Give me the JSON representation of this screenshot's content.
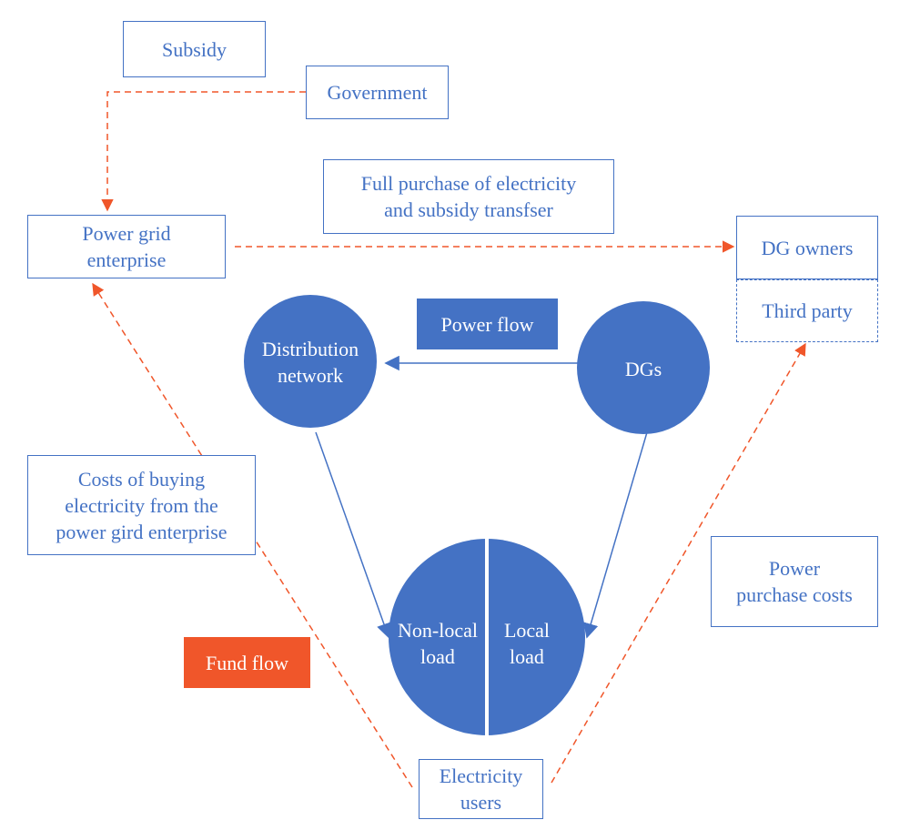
{
  "colors": {
    "blue": "#4472c4",
    "orange": "#f0562a",
    "white": "#ffffff"
  },
  "labels": {
    "subsidy": "Subsidy",
    "government": "Government",
    "full_purchase": "Full purchase of electricity\nand subsidy transfser",
    "power_grid_enterprise": "Power grid\nenterprise",
    "dg_owners": "DG owners",
    "third_party": "Third party",
    "power_flow": "Power flow",
    "distribution_network": "Distribution\nnetwork",
    "dgs": "DGs",
    "costs_buying": "Costs of buying\nelectricity from the\npower gird enterprise",
    "power_purchase_costs": "Power\npurchase costs",
    "non_local_load": "Non-local\nload",
    "local_load": "Local\nload",
    "fund_flow": "Fund flow",
    "electricity_users": "Electricity\nusers"
  },
  "flows": [
    {
      "from": "Government",
      "to": "Power grid enterprise",
      "kind": "fund"
    },
    {
      "from": "Power grid enterprise",
      "to": "DG owners",
      "kind": "fund"
    },
    {
      "from": "Electricity users",
      "to": "Power grid enterprise",
      "kind": "fund"
    },
    {
      "from": "Electricity users",
      "to": "Third party",
      "kind": "fund"
    },
    {
      "from": "DGs",
      "to": "Distribution network",
      "kind": "power"
    },
    {
      "from": "Distribution network",
      "to": "Non-local load",
      "kind": "power"
    },
    {
      "from": "DGs",
      "to": "Local load",
      "kind": "power"
    }
  ]
}
